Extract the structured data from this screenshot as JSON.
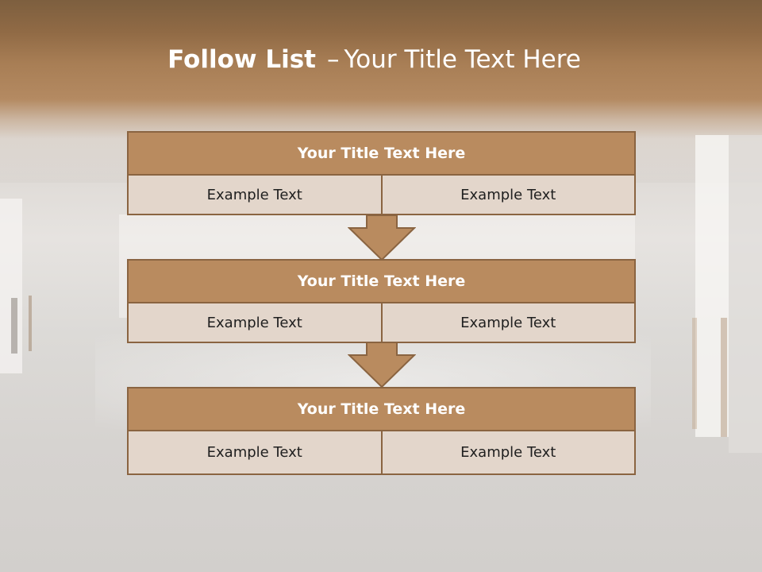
{
  "slide": {
    "title_bold": "Follow List",
    "title_dash": "–",
    "title_rest": "Your Title Text Here"
  },
  "blocks": [
    {
      "title": "Your Title Text Here",
      "left": "Example Text",
      "right": "Example Text"
    },
    {
      "title": "Your Title Text Here",
      "left": "Example Text",
      "right": "Example Text"
    },
    {
      "title": "Your Title Text Here",
      "left": "Example Text",
      "right": "Example Text"
    }
  ],
  "colors": {
    "header_fill": "#b98b5f",
    "border": "#8a6441",
    "cell_fill": "#e3d6cb",
    "arrow_fill": "#b98b5f"
  },
  "icons": [
    "down-arrow-icon",
    "down-arrow-icon"
  ]
}
